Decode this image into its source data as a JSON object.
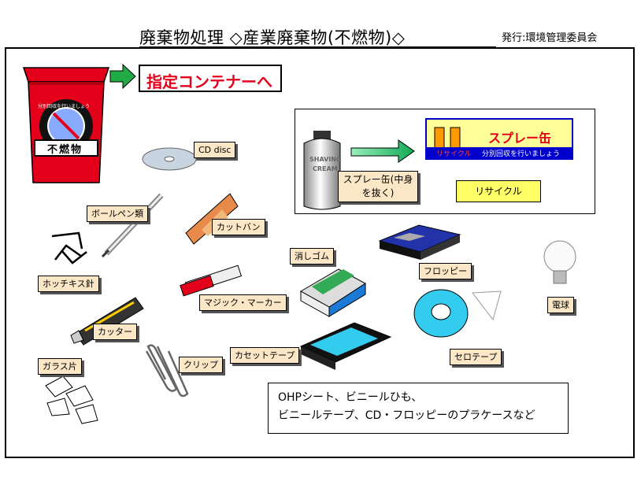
{
  "header": {
    "title": "廃棄物処理 ◇産業廃棄物(不燃物)◇",
    "issuer": "発行:環境管理委員会"
  },
  "bin": {
    "label": "不燃物",
    "ring_text": "分別回収を行いましょう"
  },
  "destination": {
    "label": "指定コンテナーへ"
  },
  "spray_panel": {
    "can_text_1": "SHAVING",
    "can_text_2": "CREAM",
    "can_label": "スプレー缶(中身を抜く)",
    "sign_title": "スプレー缶",
    "sign_recycle": "リサイクル",
    "sign_message": "分別回収を行いましょう",
    "recycle_label": "リサイクル"
  },
  "items": {
    "cd": "CD disc",
    "ballpoint": "ボールペン類",
    "bandage": "カットバン",
    "stapler": "ホッチキス針",
    "marker": "マジック・マーカー",
    "eraser": "消しゴム",
    "floppy": "フロッピー",
    "bulb": "電球",
    "cutter": "カッター",
    "clip": "クリップ",
    "cassette": "カセットテープ",
    "tape": "セロテープ",
    "glass": "ガラス片"
  },
  "note": {
    "line1": "OHPシート、ビニールひも、",
    "line2": "ビニールテープ、CD・フロッピーのプラケースなど"
  },
  "colors": {
    "accent_red": "#e4001b",
    "label_fill": "#fbe7c6",
    "arrow_green": "#22aa44",
    "recycle_yellow": "#ffff66"
  }
}
